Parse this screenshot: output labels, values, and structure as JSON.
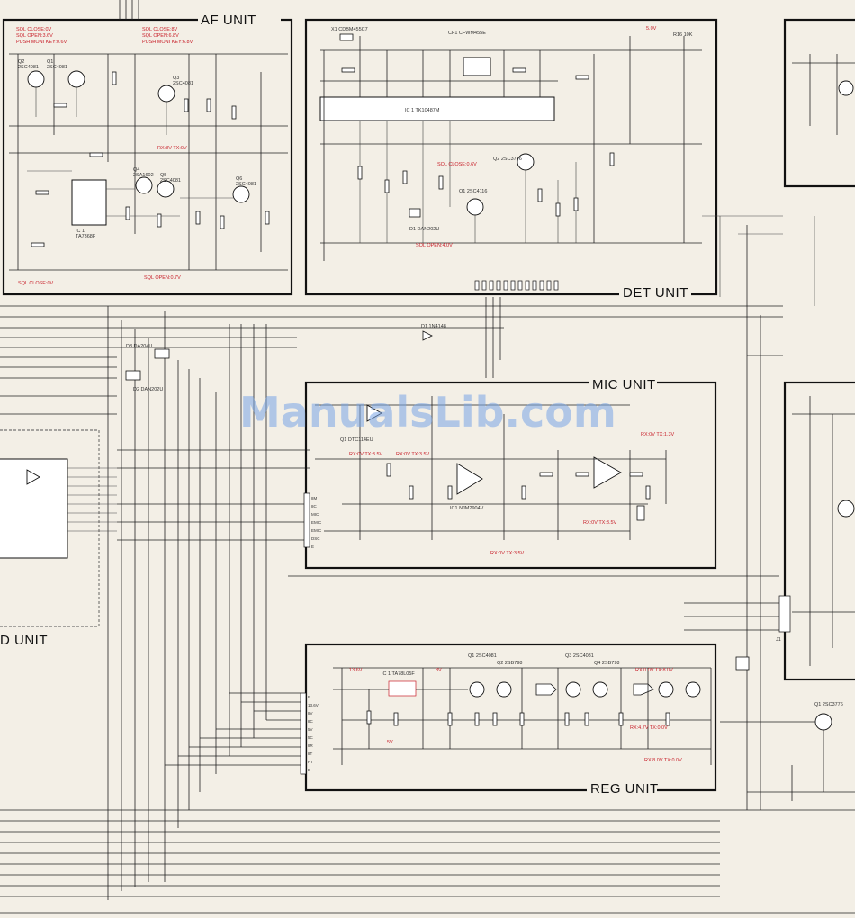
{
  "units": {
    "af": "AF UNIT",
    "det": "DET UNIT",
    "mic": "MIC UNIT",
    "reg": "REG UNIT",
    "left_partial": "D UNIT"
  },
  "watermark": "ManualsLib.com",
  "af_labels": {
    "q2": "Q2\n2SC4081",
    "q1": "Q1\n2SC4081",
    "q3": "Q3\n2SC4081",
    "q4": "Q4\n2SA1602",
    "q5": "Q5\n2SC4081",
    "q6": "Q6\n2SC4081",
    "ic1": "IC 1\nTA7368F",
    "notes": [
      "SQL CLOSE:0V",
      "SQL OPEN:3.6V",
      "PUSH MONI KEY:0.6V",
      "SQL CLOSE:8V",
      "SQL OPEN:6.8V",
      "PUSH MONI KEY:6.8V",
      "RX:8V TX:0V",
      "SQL OPEN:0.7V",
      "SQL CLOSE:0V"
    ]
  },
  "det_labels": {
    "x1": "X1 CDBM455C7",
    "cf1": "CF1 CFWM455E",
    "ic1": "IC 1 TK10487M",
    "q1": "Q1 2SC4116",
    "q2": "Q2 2SC3776",
    "d1": "D1 DAN202U",
    "notes": [
      "5.0V",
      "SQL CLOSE:0.6V",
      "SQL OPEN:4.0V",
      "R16 10K"
    ]
  },
  "mic_labels": {
    "q1": "Q1 DTC114EU",
    "ic1": "IC1 NJM2904V",
    "notes": [
      "RX:0V TX:3.5V",
      "RX:0V TX:3.5V",
      "RX:0V TX:3.5V",
      "RX:0V TX:1.3V",
      "RX:0V TX:3.5V"
    ],
    "pins": [
      "8M",
      "8C",
      "MIC",
      "EMIC",
      "EMIC",
      "DSC",
      "E"
    ]
  },
  "reg_labels": {
    "ic1": "IC 1 TA78L05F",
    "q1": "Q1 2SC4081",
    "q2": "Q2 2SB798",
    "q3": "Q3 2SC4081",
    "q4": "Q4 2SB798",
    "notes": [
      "13.6V",
      "8V",
      "5V",
      "RX:0.0V TX:8.0V",
      "RX:4.7V TX:0.0V",
      "RX:8.0V TX:0.0V"
    ],
    "pins": [
      "B",
      "13.6V",
      "8V",
      "8C",
      "5V",
      "5C",
      "8R",
      "8T",
      "RT",
      "E"
    ]
  },
  "misc_labels": {
    "d1": "D1 1N4148",
    "d2": "D2 DAN202U",
    "d3": "D3 DA204U",
    "j1": "J1",
    "q1_right": "Q1 2SC3776"
  },
  "colors": {
    "paper": "#f3efe6",
    "ink": "#111111",
    "annotation_red": "#c8202a",
    "watermark_blue": "#7aa6e6"
  }
}
